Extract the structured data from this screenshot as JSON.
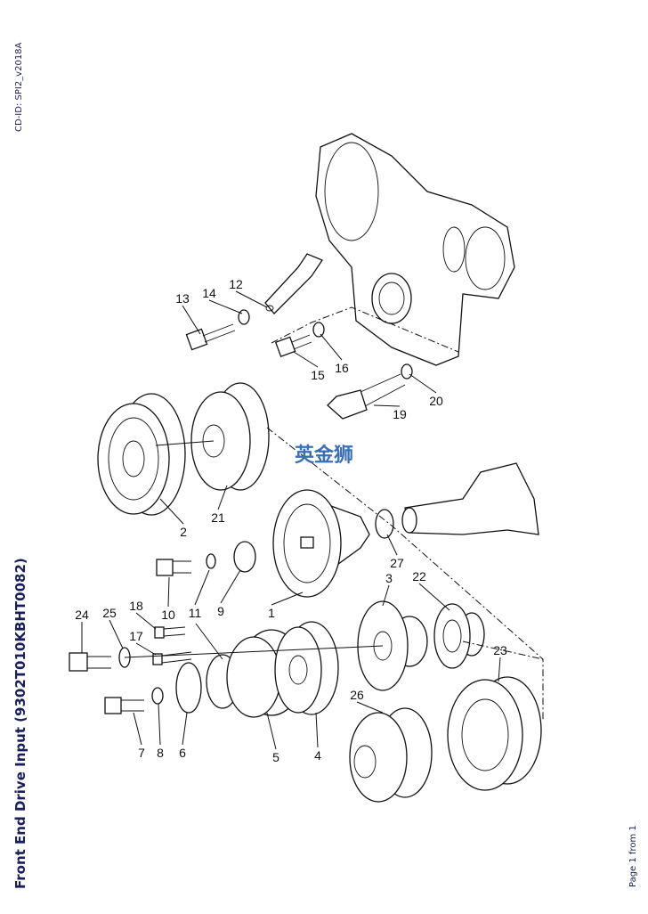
{
  "header": {
    "cd_id": "CD-ID: SPI2_v2018A"
  },
  "title": "Front End Drive Input (9302T010KBHT0082)",
  "footer": {
    "page": "Page 1 from 1"
  },
  "watermark": "英金狮",
  "callouts": [
    "12",
    "13",
    "14",
    "15",
    "16",
    "19",
    "20",
    "2",
    "21",
    "27",
    "3",
    "22",
    "1",
    "10",
    "11",
    "9",
    "24",
    "25",
    "18",
    "17",
    "23",
    "26",
    "7",
    "8",
    "6",
    "5",
    "4"
  ],
  "colors": {
    "text": "#1a1f5c",
    "watermark": "#3a6fb5"
  }
}
